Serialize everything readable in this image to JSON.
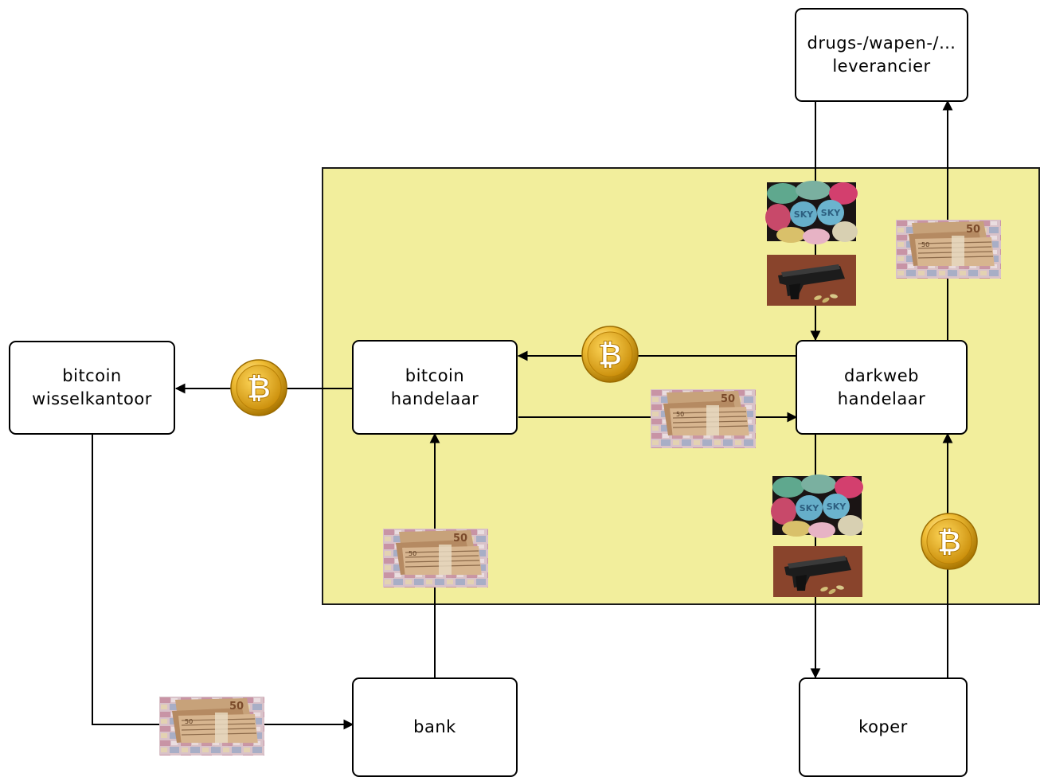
{
  "colors": {
    "zone_fill": "#f2ee9c",
    "zone_stroke": "#1a1a1a",
    "line": "#000000",
    "coin_gold": "#e2a81d",
    "coin_light": "#ffe79a",
    "coin_dark": "#9a6b00"
  },
  "nodes": {
    "supplier": "drugs-/wapen-/…\nleverancier",
    "exchange": "bitcoin\nwisselkantoor",
    "btc_trader": "bitcoin\nhandelaar",
    "darkweb": "darkweb\nhandelaar",
    "bank": "bank",
    "buyer": "koper"
  },
  "icons": {
    "bitcoin": "bitcoin-coin-icon",
    "cash": "euro-banknotes-icon",
    "pills": "ecstasy-pills-icon",
    "gun": "handgun-icon"
  },
  "pill_marks": [
    "SKY",
    "SKY"
  ],
  "banknote_value": "50"
}
